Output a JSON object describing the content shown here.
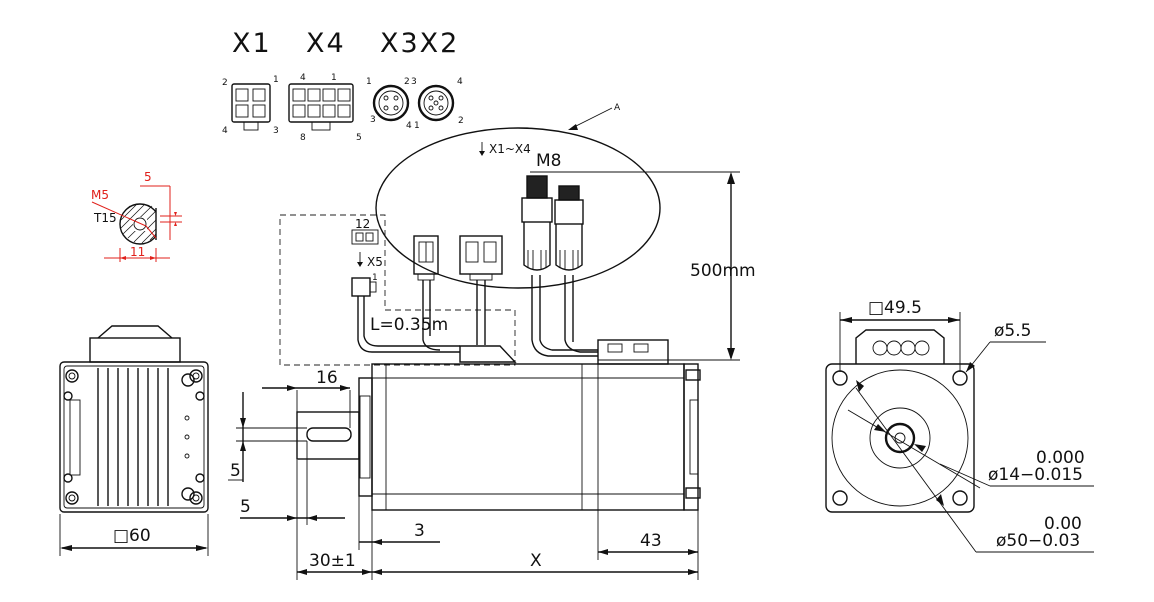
{
  "connectors": {
    "x1": "X1",
    "x4": "X4",
    "x3x2": "X3X2",
    "x1_pins": {
      "p1": "1",
      "p2": "2",
      "p3": "3",
      "p4": "4"
    },
    "x4_pins": {
      "p1": "1",
      "p4": "4",
      "p5": "5",
      "p8": "8"
    },
    "x3_pins": {
      "p1": "1",
      "p2": "2",
      "p3": "3",
      "p4": "4"
    },
    "x2_pins": {
      "p1": "1",
      "p2": "2",
      "p3": "3",
      "p4": "4"
    }
  },
  "cable": {
    "detail_label": "A",
    "range_label": "X1~X4",
    "connector_type": "M8",
    "length": "500mm",
    "x5_label": "X5",
    "x5_pins": "12",
    "x5_pin1": "1",
    "short_length": "L=0.35m"
  },
  "shaft_section": {
    "thread": "M5",
    "depth": "T15",
    "flat_width": "5",
    "diameter": "11"
  },
  "front_view": {
    "square": "□60"
  },
  "side_view": {
    "key_length": "16",
    "key_height": "5",
    "key_offset": "5",
    "flange_thickness": "3",
    "shaft_length": "30±1",
    "body_length": "X",
    "rear_length": "43"
  },
  "flange_view": {
    "bolt_pitch": "□49.5",
    "hole_dia": "ø5.5",
    "pilot_upper_tol": "0.000",
    "pilot_dia": "ø14−0.015",
    "spigot_upper_tol": "0.00",
    "spigot_dia": "ø50−0.03"
  }
}
